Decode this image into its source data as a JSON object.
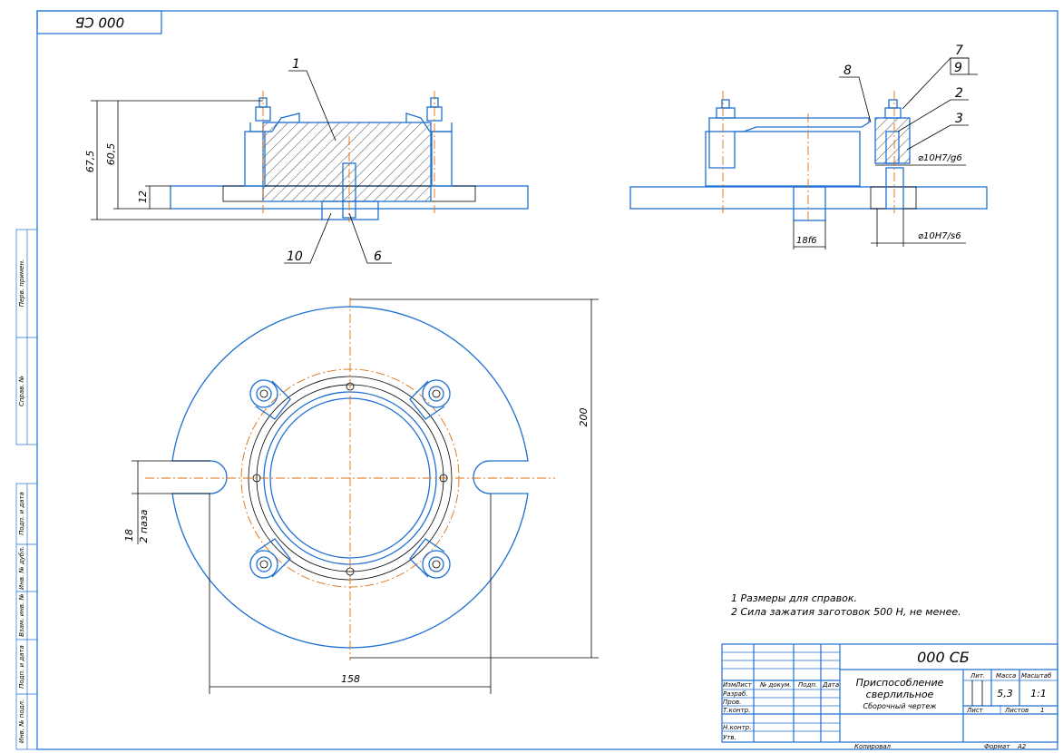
{
  "stamp_top": "000 СБ",
  "side_strip": [
    "Перв. примен.",
    "Справ. №",
    "Подп. и дата",
    "Инв. № дубл.",
    "Взам. инв. №",
    "Подп. и дата",
    "Инв. № подл."
  ],
  "callouts": {
    "p1": "1",
    "p2": "2",
    "p3": "3",
    "p6": "6",
    "p7": "7",
    "p8": "8",
    "p9": "9",
    "p10": "10"
  },
  "dimensions": {
    "d675": "67,5",
    "d605": "60,5",
    "d12": "12",
    "d18f6": "18f6",
    "fit1": "⌀10H7/g6",
    "fit2": "⌀10H7/s6",
    "d200": "200",
    "d158": "158",
    "d18": "18",
    "slots": "2 паза"
  },
  "notes": [
    "1 Размеры для справок.",
    "2 Сила зажатия заготовок 500 Н, не менее."
  ],
  "title_block": {
    "designation": "000 СБ",
    "name_line1": "Приспособление",
    "name_line2": "сверлильное",
    "doc_type": "Сборочный чертеж",
    "headers": {
      "izm": "Изм.",
      "list": "Лист",
      "doc": "№ докум.",
      "sign": "Подп.",
      "date": "Дата"
    },
    "roles": [
      "Разраб.",
      "Пров.",
      "Т.контр.",
      "",
      "Н.контр.",
      "Утв."
    ],
    "lit_label": "Лит.",
    "mass_label": "Масса",
    "scale_label": "Масштаб",
    "mass": "5,3",
    "scale": "1:1",
    "sheet_label": "Лист",
    "sheets_label": "Листов",
    "sheets": "1",
    "copied": "Копировал",
    "format_label": "Формат",
    "format": "А2"
  },
  "colors": {
    "contour": "#1f6fd1",
    "axis": "#e07010",
    "lines": "#000000"
  }
}
